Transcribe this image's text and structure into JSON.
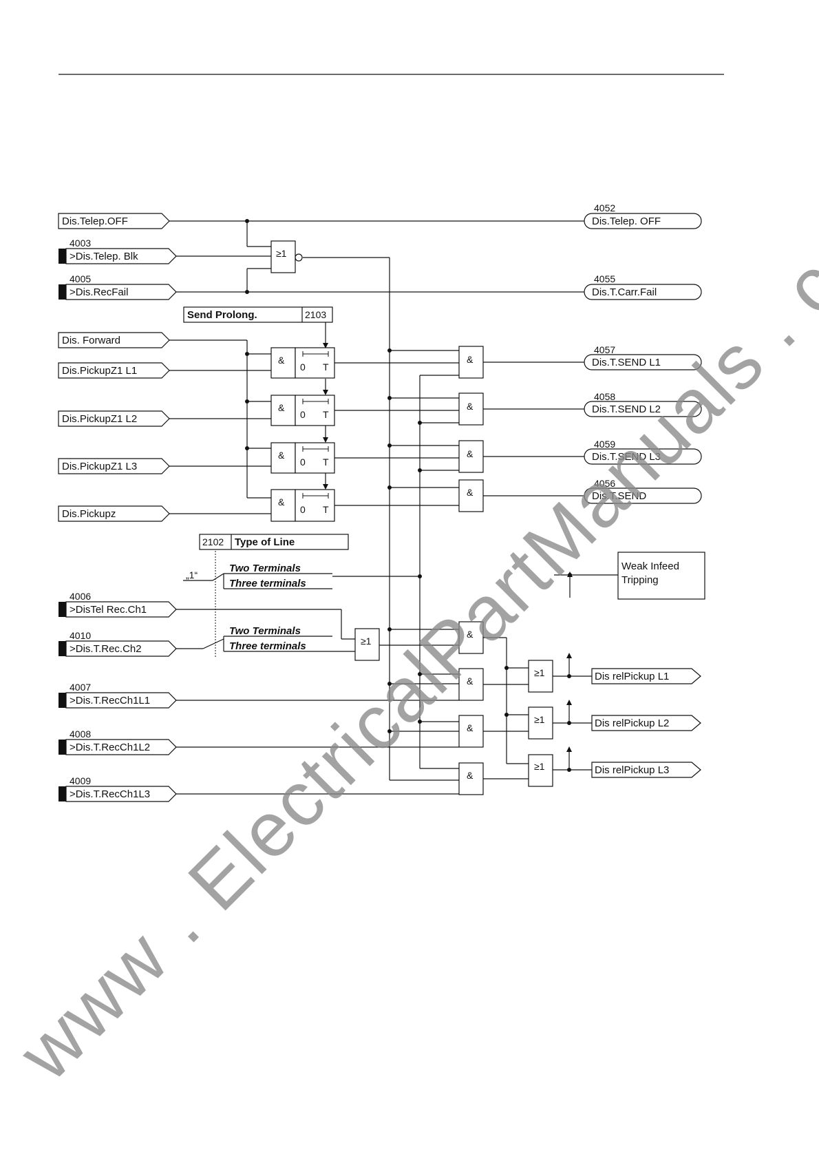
{
  "diagram": {
    "inputs": {
      "telep_off": {
        "label": "Dis.Telep.OFF"
      },
      "telep_blk": {
        "number": "4003",
        "label": ">Dis.Telep. Blk"
      },
      "rec_fail": {
        "number": "4005",
        "label": ">Dis.RecFail"
      },
      "forward": {
        "label": "Dis. Forward"
      },
      "pickup_z1_l1": {
        "label": "Dis.PickupZ1 L1"
      },
      "pickup_z1_l2": {
        "label": "Dis.PickupZ1 L2"
      },
      "pickup_z1_l3": {
        "label": "Dis.PickupZ1 L3"
      },
      "pickup_z": {
        "label": "Dis.Pickupᴢ"
      },
      "tel_rec_ch1": {
        "number": "4006",
        "label": ">DisTel Rec.Ch1"
      },
      "rec_ch2": {
        "number": "4010",
        "label": ">Dis.T.Rec.Ch2"
      },
      "rec_ch1_l1": {
        "number": "4007",
        "label": ">Dis.T.RecCh1L1"
      },
      "rec_ch1_l2": {
        "number": "4008",
        "label": ">Dis.T.RecCh1L2"
      },
      "rec_ch1_l3": {
        "number": "4009",
        "label": ">Dis.T.RecCh1L3"
      }
    },
    "outputs": {
      "telep_off": {
        "number": "4052",
        "label": "Dis.Telep. OFF"
      },
      "carr_fail": {
        "number": "4055",
        "label": "Dis.T.Carr.Fail"
      },
      "send_l1": {
        "number": "4057",
        "label": "Dis.T.SEND L1"
      },
      "send_l2": {
        "number": "4058",
        "label": "Dis.T.SEND L2"
      },
      "send_l3": {
        "number": "4059",
        "label": "Dis.T.SEND L3"
      },
      "send": {
        "number": "4056",
        "label": "Dis.T.SEND"
      },
      "rel_pickup_l1": {
        "label": "Dis relPickup L1"
      },
      "rel_pickup_l2": {
        "label": "Dis relPickup L2"
      },
      "rel_pickup_l3": {
        "label": "Dis relPickup L3"
      }
    },
    "params": {
      "send_prolong": {
        "label": "Send Prolong.",
        "number": "2103"
      },
      "type_of_line": {
        "number": "2102",
        "label": "Type of Line",
        "option_two": "Two Terminals",
        "option_three": "Three terminals",
        "default": "„1“"
      }
    },
    "weak_infeed": {
      "line1": "Weak Infeed",
      "line2": "Tripping"
    },
    "gate_symbols": {
      "or": "≥1",
      "and": "&"
    },
    "timer": {
      "zero": "0",
      "t": "T"
    }
  },
  "watermark": "www . ElectricalPartManuals . com"
}
